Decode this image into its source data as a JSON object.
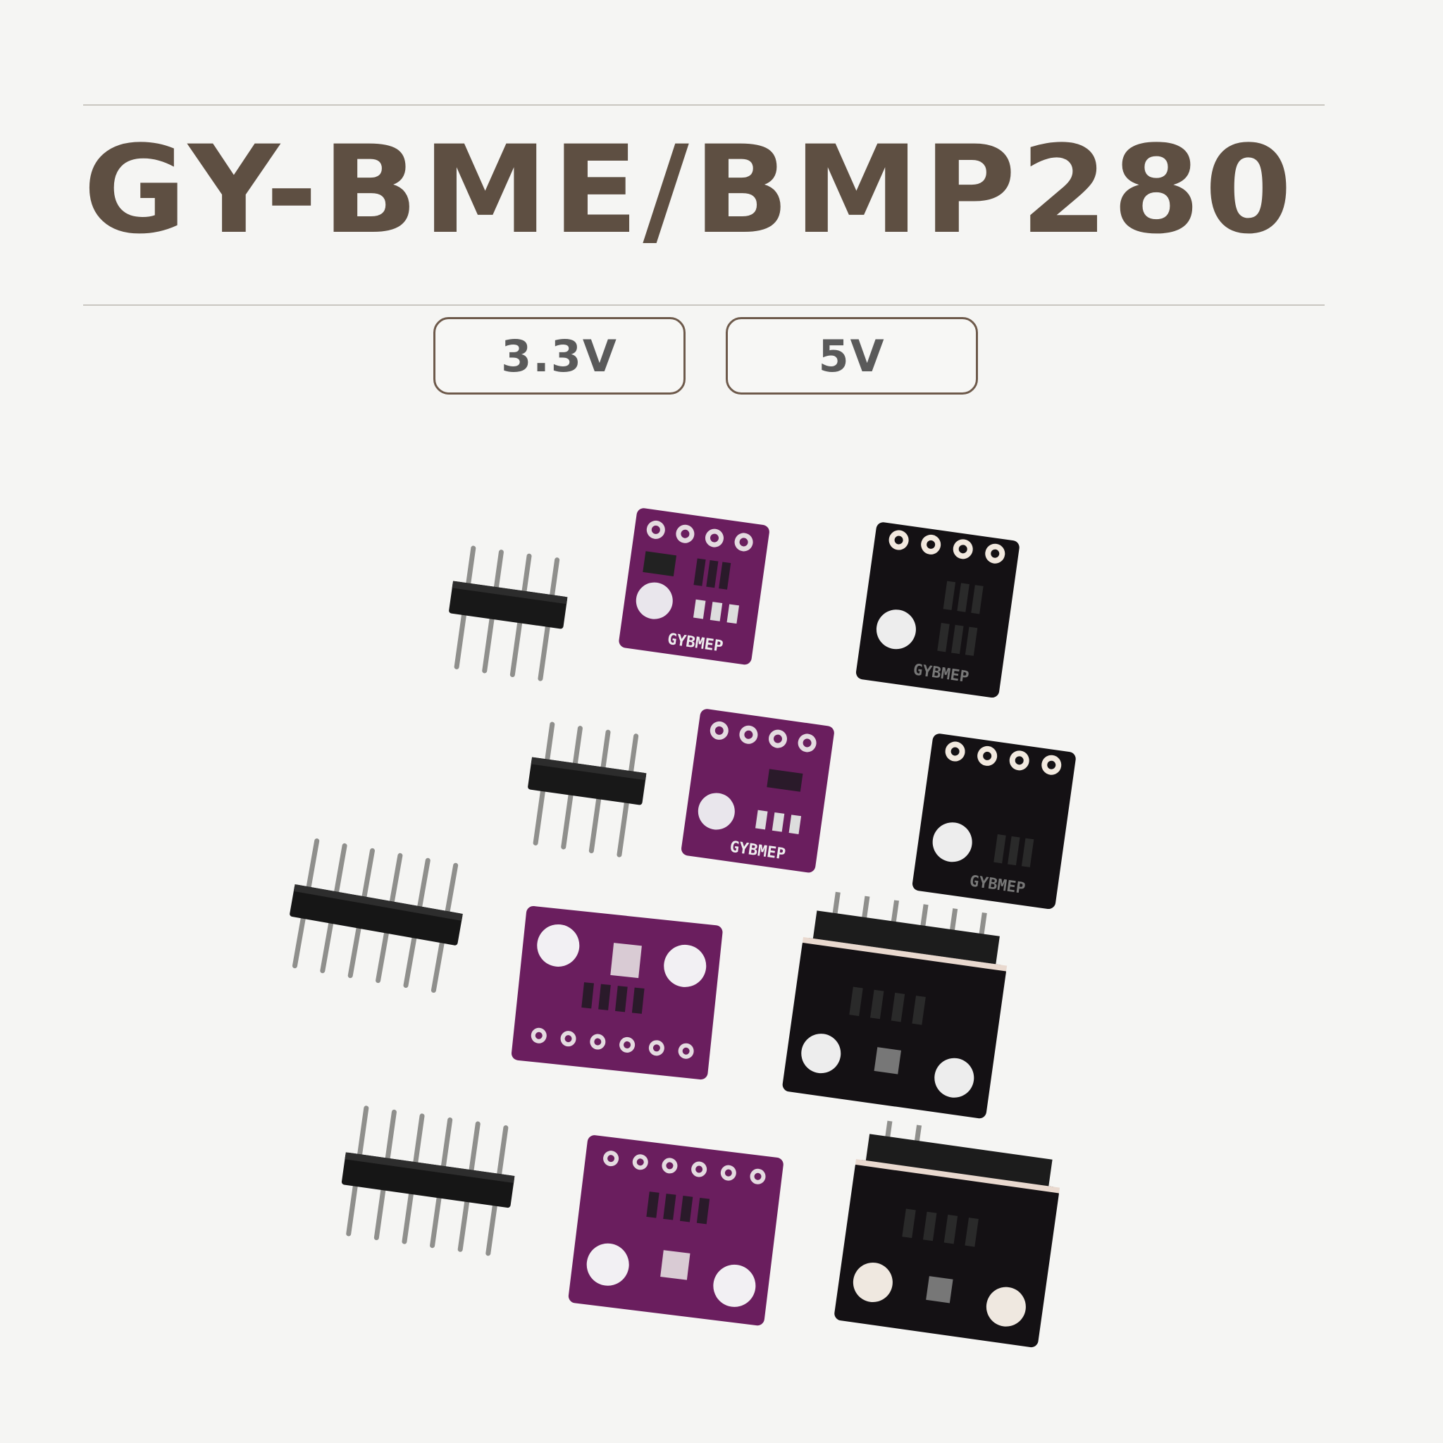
{
  "title": "GY-BME/BMP280",
  "badges": [
    {
      "label": "3.3V"
    },
    {
      "label": "5V"
    }
  ],
  "photo": {
    "board_silkscreen": "GYBMEP",
    "colors": {
      "purple_pcb": "#6a1e5e",
      "black_pcb": "#141114",
      "header_plastic": "#1a1a1a",
      "pin_metal": "#9a9a98"
    }
  }
}
